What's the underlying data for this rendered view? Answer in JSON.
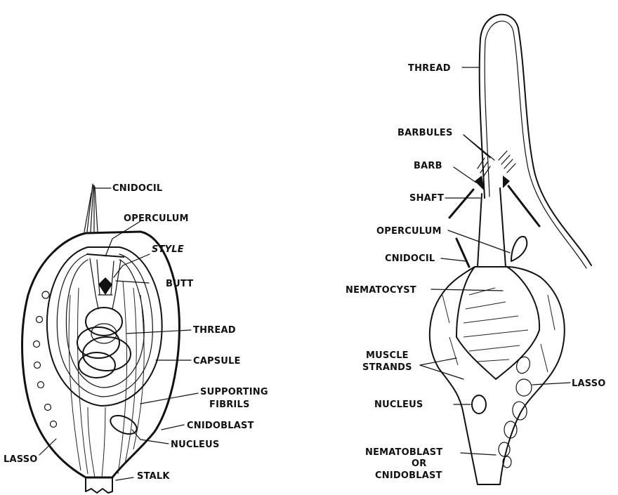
{
  "left_labels": {
    "cnidocil": "CNIDOCIL",
    "operculum": "OPERCULUM",
    "style": "STYLE",
    "butt": "BUTT",
    "thread": "THREAD",
    "capsule": "CAPSULE",
    "supporting_fibrils_1": "SUPPORTING",
    "supporting_fibrils_2": "FIBRILS",
    "cnidoblast": "CNIDOBLAST",
    "nucleus": "NUCLEUS",
    "stalk": "STALK",
    "lasso": "LASSO"
  },
  "right_labels": {
    "thread": "THREAD",
    "barbules": "BARBULES",
    "barb": "BARB",
    "shaft": "SHAFT",
    "operculum": "OPERCULUM",
    "cnidocil": "CNIDOCIL",
    "nematocyst": "NEMATOCYST",
    "muscle_strands_1": "MUSCLE",
    "muscle_strands_2": "STRANDS",
    "lasso": "LASSO",
    "nucleus": "NUCLEUS",
    "nematoblast_1": "NEMATOBLAST",
    "nematoblast_2": "OR",
    "nematoblast_3": "CNIDOBLAST"
  }
}
